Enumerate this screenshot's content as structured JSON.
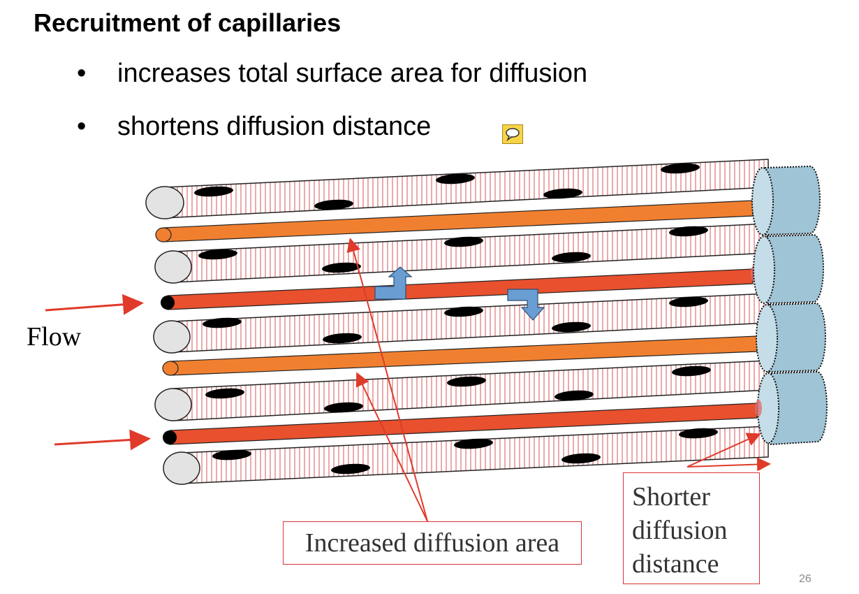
{
  "slide": {
    "title": "Recruitment of capillaries",
    "bullets": [
      "increases total surface area for diffusion",
      "shortens diffusion distance"
    ],
    "bullet_marker": "•",
    "page_number": "26"
  },
  "diagram": {
    "flow_label": "Flow",
    "callout_area": "Increased diffusion area",
    "callout_distance": [
      "Shorter",
      "diffusion",
      "distance"
    ]
  },
  "colors": {
    "active_capillary": "#e8502e",
    "recruited_capillary": "#f08030",
    "muscle_stripe": "#e07070",
    "nucleus": "#000000",
    "fiber_end": "#e3e3e3",
    "tissue_cylinder": "#9ec4d6",
    "arrow_blue": "#6a9ed2",
    "pointer_red": "#e03a2a"
  },
  "icons": {
    "comment": "speech-bubble-icon",
    "oxygen_arrow": "bent-arrow-icon"
  }
}
